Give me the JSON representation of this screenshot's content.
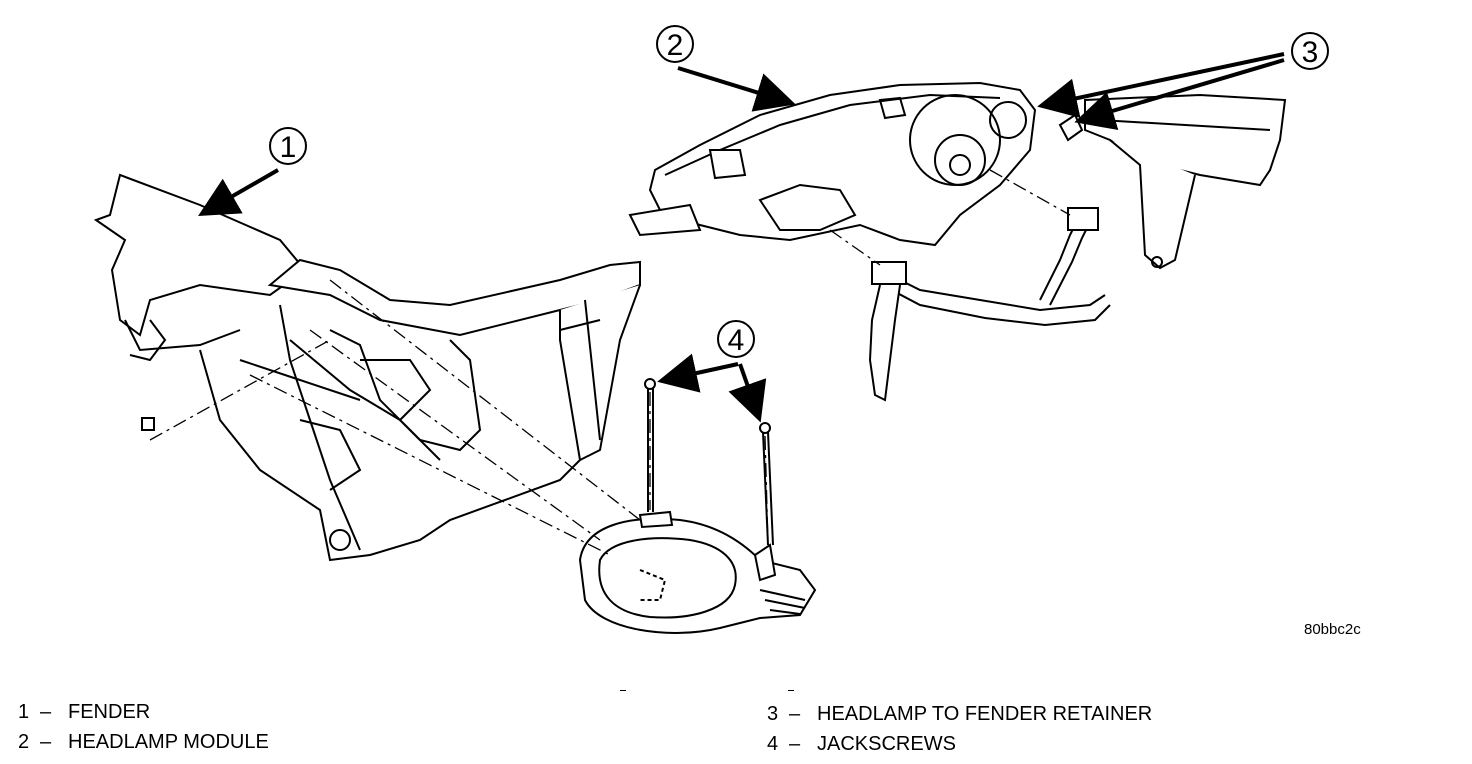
{
  "diagram": {
    "figure_code": "80bbc2c",
    "callouts": [
      {
        "num": "1"
      },
      {
        "num": "2"
      },
      {
        "num": "3"
      },
      {
        "num": "4"
      }
    ],
    "legend": [
      {
        "num": "1",
        "dash": "–",
        "label": "FENDER"
      },
      {
        "num": "2",
        "dash": "–",
        "label": "HEADLAMP MODULE"
      },
      {
        "num": "3",
        "dash": "–",
        "label": "HEADLAMP TO FENDER RETAINER"
      },
      {
        "num": "4",
        "dash": "–",
        "label": "JACKSCREWS"
      }
    ],
    "line_color": "#000000",
    "background_color": "#ffffff"
  }
}
